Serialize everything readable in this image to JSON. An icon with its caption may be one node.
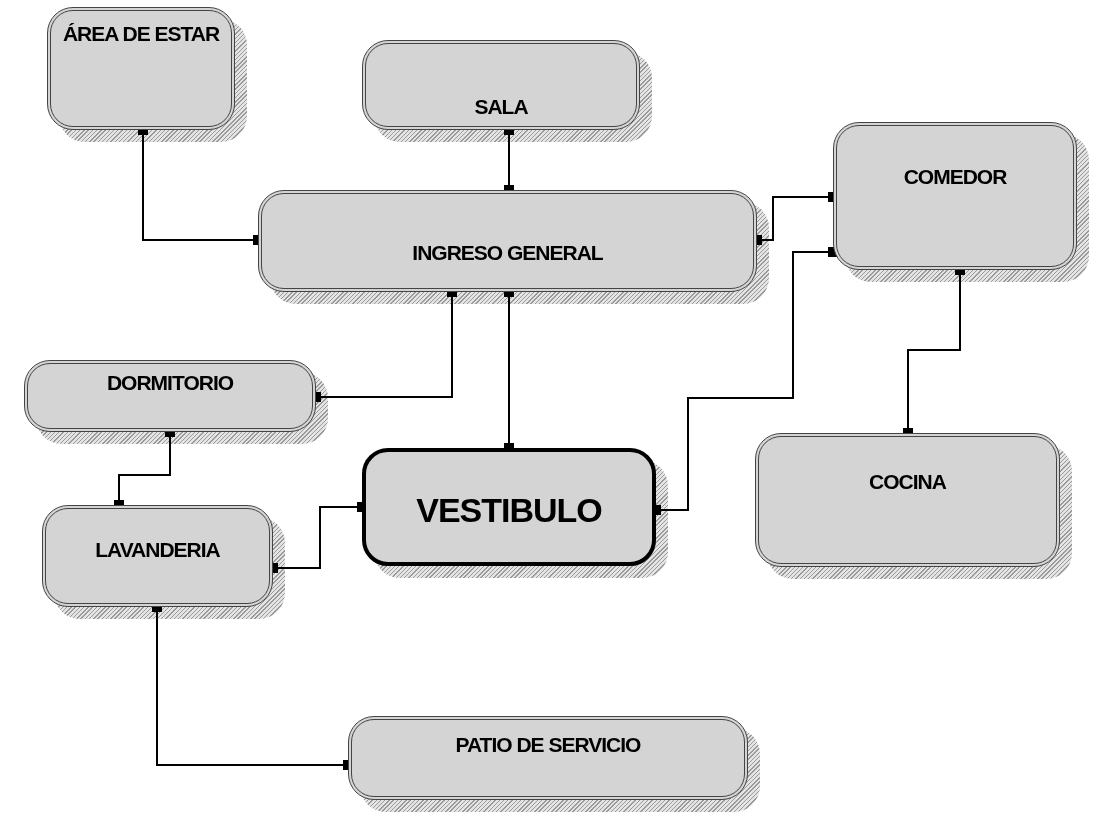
{
  "diagram": {
    "nodes": [
      {
        "text": [
          "ÁREA DE ESTAR"
        ]
      },
      {
        "text": [
          "SALA"
        ]
      },
      {
        "text": [
          "INGRESO GENERAL"
        ]
      },
      {
        "text": [
          "COMEDOR"
        ]
      },
      {
        "text": [
          "DORMITORIO"
        ]
      },
      {
        "text": [
          "VESTIBULO"
        ]
      },
      {
        "text": [
          "COCINA"
        ]
      },
      {
        "text": [
          "LAVANDERIA"
        ]
      },
      {
        "text": [
          "PATIO DE SERVICIO"
        ]
      }
    ],
    "edges": [
      {
        "from": 0,
        "to": 2,
        "arrow": "other"
      },
      {
        "from": 1,
        "to": 2,
        "arrow": "other"
      },
      {
        "from": 2,
        "to": 3,
        "arrow": "other"
      },
      {
        "from": 2,
        "to": 4,
        "arrow": "other"
      },
      {
        "from": 2,
        "to": 5,
        "arrow": "other"
      },
      {
        "from": 5,
        "to": 3,
        "arrow": "other"
      },
      {
        "from": 3,
        "to": 6,
        "arrow": "other"
      },
      {
        "from": 4,
        "to": 7,
        "arrow": "other"
      },
      {
        "from": 7,
        "to": 5,
        "arrow": "other"
      },
      {
        "from": 7,
        "to": 8,
        "arrow": "other"
      }
    ]
  }
}
